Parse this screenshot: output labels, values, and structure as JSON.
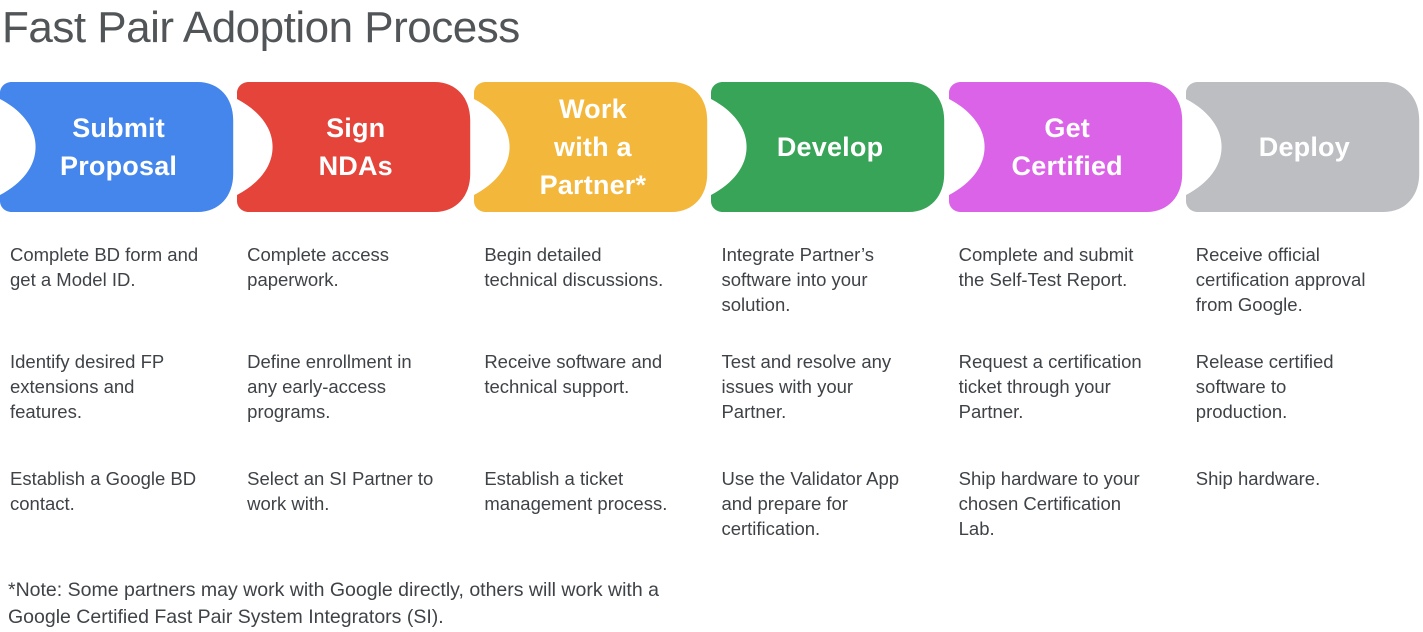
{
  "title": "Fast Pair Adoption Process",
  "stages": [
    {
      "id": "submit-proposal",
      "label": "Submit\nProposal",
      "color": "#4486EC",
      "items": [
        "Complete BD form and\nget a Model ID.",
        "Identify desired FP\nextensions and\nfeatures.",
        "Establish a Google BD\ncontact."
      ]
    },
    {
      "id": "sign-ndas",
      "label": "Sign\nNDAs",
      "color": "#E5443B",
      "items": [
        "Complete access\npaperwork.",
        "Define enrollment in\nany early-access\nprograms.",
        "Select an SI Partner to\nwork with."
      ]
    },
    {
      "id": "work-with-a-partner",
      "label": "Work\nwith a\nPartner*",
      "color": "#F3B73C",
      "items": [
        "Begin detailed\ntechnical discussions.",
        "Receive software and\ntechnical support.",
        "Establish a ticket\nmanagement process."
      ]
    },
    {
      "id": "develop",
      "label": "Develop",
      "color": "#38A457",
      "items": [
        "Integrate Partner’s\nsoftware into your\nsolution.",
        "Test and resolve any\nissues with your\nPartner.",
        "Use the Validator App\nand prepare for\ncertification."
      ]
    },
    {
      "id": "get-certified",
      "label": "Get\nCertified",
      "color": "#DB63E8",
      "items": [
        "Complete and submit\nthe Self-Test Report.",
        "Request a certification\nticket through your\nPartner.",
        "Ship hardware to your\nchosen Certification\nLab."
      ]
    },
    {
      "id": "deploy",
      "label": "Deploy",
      "color": "#BCBEC2",
      "items": [
        "Receive official\ncertification approval\nfrom Google.",
        "Release certified\nsoftware to\nproduction.",
        "Ship hardware."
      ]
    }
  ],
  "footnote": "*Note: Some partners may work with Google directly, others will work with a\nGoogle Certified Fast Pair System Integrators (SI)."
}
